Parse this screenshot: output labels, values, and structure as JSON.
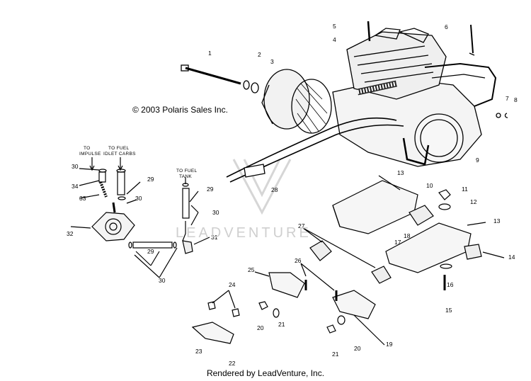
{
  "copyright": "© 2003 Polaris Sales Inc.",
  "footer": "Rendered by LeadVenture, Inc.",
  "watermark": "LEADVENTURE",
  "annotations": {
    "to_impulse": "TO IMPULSE",
    "to_fuel_idlet_carbs": "TO FUEL IDLET CARBS",
    "to_fuel_tank": "TO FUEL TANK"
  },
  "callouts": [
    "1",
    "2",
    "3",
    "4",
    "5",
    "6",
    "7",
    "8",
    "9",
    "10",
    "11",
    "12",
    "13",
    "13",
    "14",
    "15",
    "16",
    "17",
    "18",
    "19",
    "20",
    "20",
    "21",
    "21",
    "22",
    "23",
    "24",
    "25",
    "26",
    "27",
    "28",
    "29",
    "29",
    "29",
    "30",
    "30",
    "30",
    "30",
    "31",
    "32",
    "33",
    "34"
  ]
}
